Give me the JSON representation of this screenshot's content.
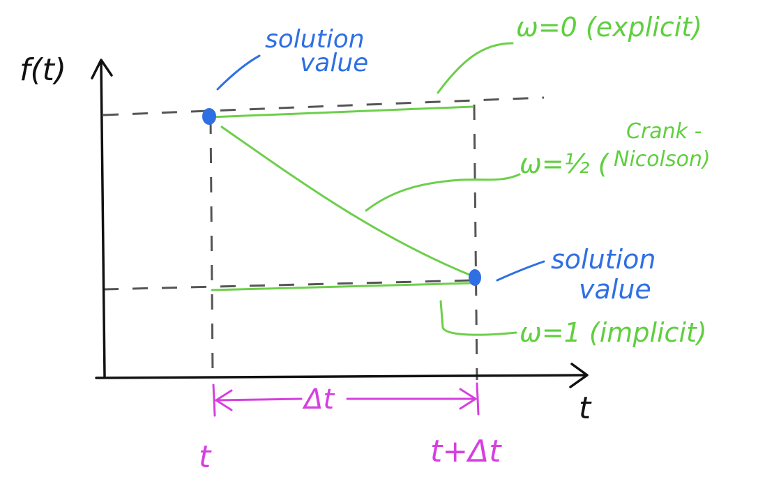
{
  "colors": {
    "axis": "#111111",
    "guide": "#555555",
    "scheme_lines": "#6ccf4a",
    "solution_points": "#2f6fe4",
    "interval": "#d63fe0"
  },
  "axes": {
    "y_label": "f(t)",
    "x_label": "t"
  },
  "labels": {
    "solution_top": {
      "line1": "solution",
      "line2": "value"
    },
    "solution_bottom": {
      "line1": "solution",
      "line2": "value"
    },
    "explicit": "ω=0 (explicit)",
    "crank_nicolson": {
      "prefix": "ω=½ (",
      "line1": "Crank -",
      "line2": "Nicolson)"
    },
    "implicit": "ω=1 (implicit)",
    "interval": "Δt",
    "t_start": "t",
    "t_end": "t+Δt"
  }
}
